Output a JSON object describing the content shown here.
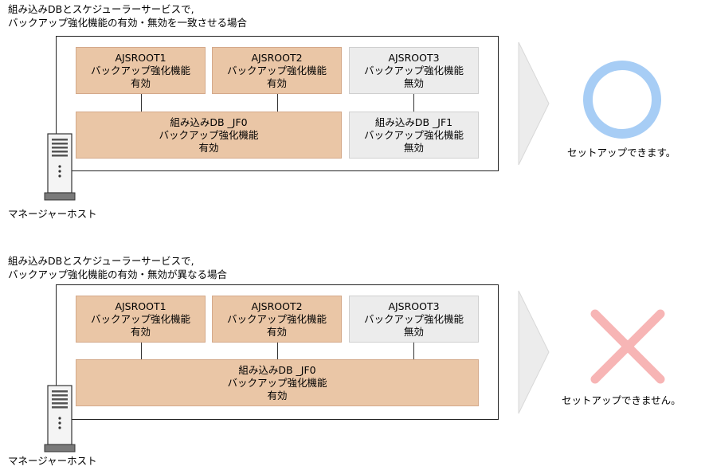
{
  "scenario_match": {
    "heading_line1": "組み込みDBとスケジューラーサービスで,",
    "heading_line2": "バックアップ強化機能の有効・無効を一致させる場合",
    "roots": [
      {
        "name": "AJSROOT1",
        "feature": "バックアップ強化機能",
        "status": "有効"
      },
      {
        "name": "AJSROOT2",
        "feature": "バックアップ強化機能",
        "status": "有効"
      },
      {
        "name": "AJSROOT3",
        "feature": "バックアップ強化機能",
        "status": "無効"
      }
    ],
    "dbs": [
      {
        "name": "組み込みDB _JF0",
        "feature": "バックアップ強化機能",
        "status": "有効"
      },
      {
        "name": "組み込みDB _JF1",
        "feature": "バックアップ強化機能",
        "status": "無効"
      }
    ],
    "host_label": "マネージャーホスト",
    "result_text": "セットアップできます。",
    "result_color": "#a7cdf5"
  },
  "scenario_mismatch": {
    "heading_line1": "組み込みDBとスケジューラーサービスで,",
    "heading_line2": "バックアップ強化機能の有効・無効が異なる場合",
    "roots": [
      {
        "name": "AJSROOT1",
        "feature": "バックアップ強化機能",
        "status": "有効"
      },
      {
        "name": "AJSROOT2",
        "feature": "バックアップ強化機能",
        "status": "有効"
      },
      {
        "name": "AJSROOT3",
        "feature": "バックアップ強化機能",
        "status": "無効"
      }
    ],
    "dbs": [
      {
        "name": "組み込みDB _JF0",
        "feature": "バックアップ強化機能",
        "status": "有効"
      }
    ],
    "host_label": "マネージャーホスト",
    "result_text": "セットアップできません。",
    "result_color": "#f7b5b5"
  },
  "colors": {
    "enabled_fill": "#eac6a6",
    "disabled_fill": "#ececec",
    "arrow_fill": "#ececec"
  }
}
